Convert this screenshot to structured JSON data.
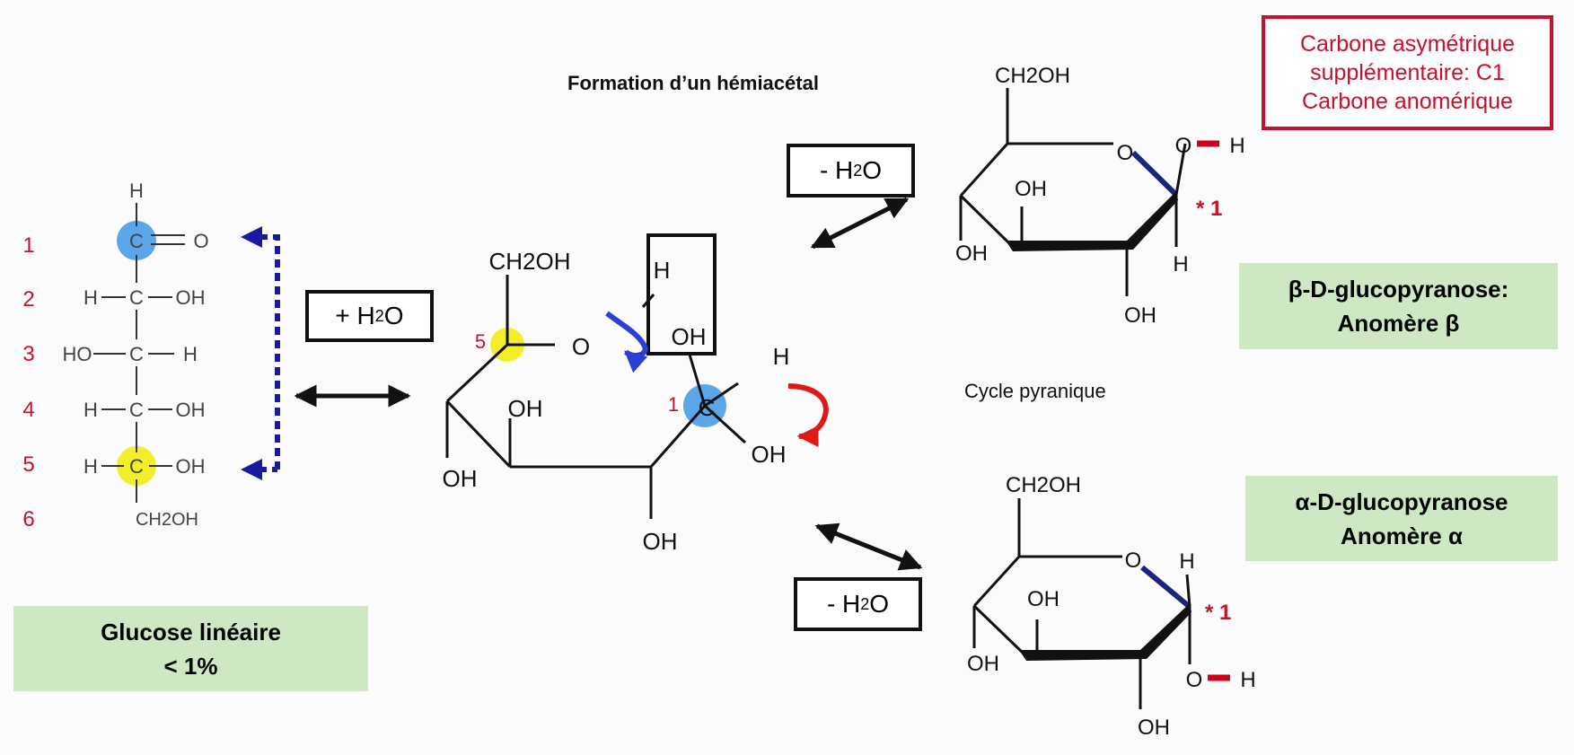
{
  "title": "Formation d’un hémiacétal",
  "cycle_label": "Cycle pyranique",
  "info_box": {
    "lines": [
      "Carbone asymétrique",
      "supplémentaire: C1",
      "Carbone anomérique"
    ]
  },
  "linear": {
    "caption_line1": "Glucose linéaire",
    "caption_line2": "< 1%",
    "numbers": [
      "1",
      "2",
      "3",
      "4",
      "5",
      "6"
    ],
    "atoms": {
      "H": "H",
      "C": "C",
      "O": "O",
      "OH": "OH",
      "HO": "HO",
      "CH2OH": "CH2OH"
    }
  },
  "reactions": {
    "add_water": "+ H",
    "remove_water": "- H",
    "water_sub": "2",
    "water_tail": "O"
  },
  "intermediate": {
    "CH2OH": "CH2OH",
    "O": "O",
    "H": "H",
    "OH": "OH",
    "C": "C",
    "num5": "5",
    "num1": "1"
  },
  "beta": {
    "caption_line1": "β-D-glucopyranose:",
    "caption_line2": "Anomère β",
    "CH2OH": "CH2OH",
    "O": "O",
    "H": "H",
    "OH": "OH",
    "star": "* 1"
  },
  "alpha": {
    "caption_line1": "α-D-glucopyranose",
    "caption_line2": "Anomère α",
    "CH2OH": "CH2OH",
    "O": "O",
    "H": "H",
    "OH": "OH",
    "star": "* 1"
  },
  "colors": {
    "blue_highlight": "#5aa6e8",
    "yellow_highlight": "#f2ef2a",
    "dashed_arrow": "#1a1aa0",
    "red_text": "#c8102e",
    "green_box": "#cfe8c4",
    "bond_blue": "#1a237e",
    "bond_red": "#d0021b",
    "curved_blue": "#2a3fd6",
    "curved_red": "#e01818"
  }
}
